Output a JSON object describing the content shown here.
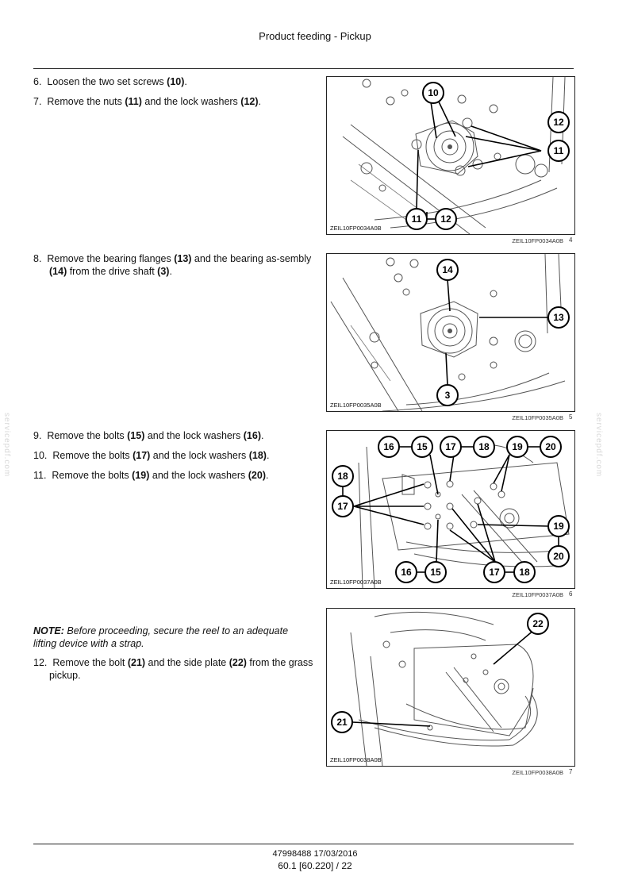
{
  "header": {
    "title": "Product feeding - Pickup"
  },
  "steps": {
    "s6": {
      "num": "6.",
      "pre": "Loosen the two set screws ",
      "b1": "(10)",
      "post": "."
    },
    "s7": {
      "num": "7.",
      "pre": "Remove the nuts ",
      "b1": "(11)",
      "mid": " and the lock washers ",
      "b2": "(12)",
      "post": "."
    },
    "s8": {
      "num": "8.",
      "pre": "Remove the bearing flanges ",
      "b1": "(13)",
      "mid": " and the bearing as-sembly ",
      "b2": "(14)",
      "mid2": " from the drive shaft ",
      "b3": "(3)",
      "post": "."
    },
    "s9": {
      "num": "9.",
      "pre": "Remove the bolts ",
      "b1": "(15)",
      "mid": " and the lock washers ",
      "b2": "(16)",
      "post": "."
    },
    "s10": {
      "num": "10.",
      "pre": "Remove the bolts ",
      "b1": "(17)",
      "mid": " and the lock washers ",
      "b2": "(18)",
      "post": "."
    },
    "s11": {
      "num": "11.",
      "pre": "Remove the bolts ",
      "b1": "(19)",
      "mid": " and the lock washers ",
      "b2": "(20)",
      "post": "."
    },
    "s12": {
      "num": "12.",
      "pre": "Remove the bolt ",
      "b1": "(21)",
      "mid": " and the side plate ",
      "b2": "(22)",
      "post": " from the grass pickup."
    }
  },
  "note": {
    "label": "NOTE:",
    "text": " Before proceeding, secure the reel to an adequate lifting device with a strap."
  },
  "figures": [
    {
      "code": "ZEIL10FP0034A0B",
      "caption": "ZEIL10FP0034A0B",
      "number": "4",
      "callouts": [
        "10",
        "12",
        "11",
        "11",
        "12"
      ]
    },
    {
      "code": "ZEIL10FP0035A0B",
      "caption": "ZEIL10FP0035A0B",
      "number": "5",
      "callouts": [
        "14",
        "13",
        "3"
      ]
    },
    {
      "code": "ZEIL10FP0037A0B",
      "caption": "ZEIL10FP0037A0B",
      "number": "6",
      "callouts": [
        "16",
        "15",
        "17",
        "18",
        "19",
        "20",
        "18",
        "17",
        "19",
        "20",
        "16",
        "15",
        "17",
        "18"
      ]
    },
    {
      "code": "ZEIL10FP0038A0B",
      "caption": "ZEIL10FP0038A0B",
      "number": "7",
      "callouts": [
        "22",
        "21"
      ]
    }
  ],
  "watermark": "servicepdf.com",
  "footer": {
    "doc": "47998488 17/03/2016",
    "page": "60.1 [60.220] / 22"
  }
}
